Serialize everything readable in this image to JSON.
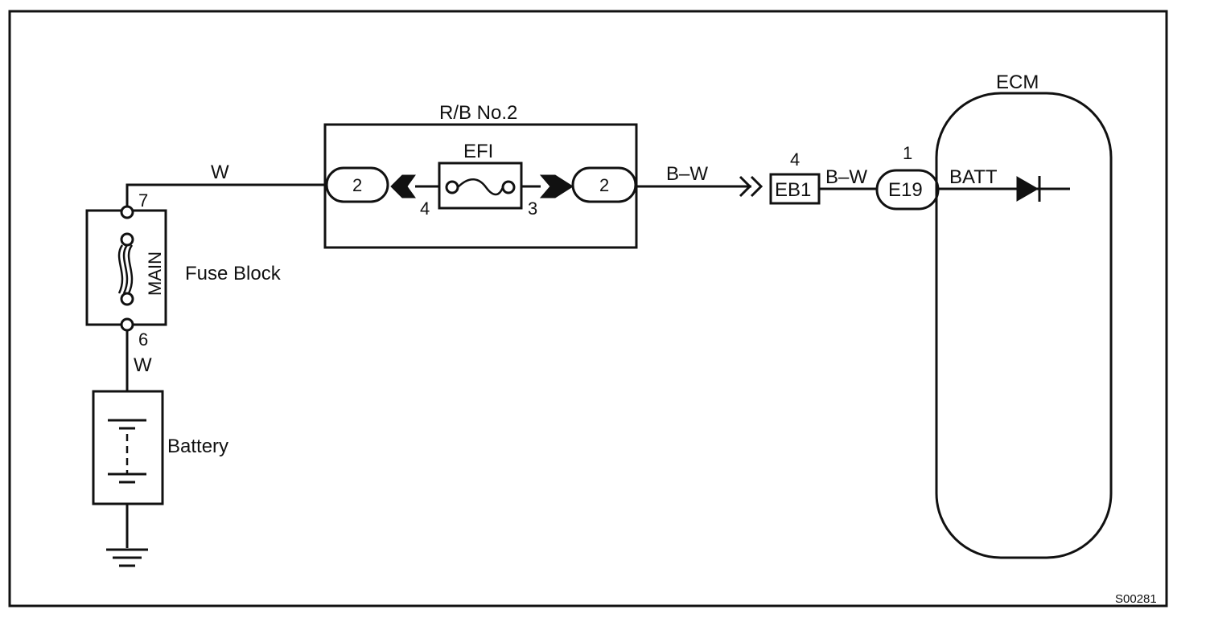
{
  "rb_no2": {
    "title": "R/B No.2",
    "fuse_label": "EFI",
    "left_connector": "2",
    "right_connector": "2",
    "pin_left": "4",
    "pin_right": "3"
  },
  "fuse_block": {
    "label": "Fuse Block",
    "fuse_label": "MAIN",
    "pin_top": "7",
    "pin_bottom": "6"
  },
  "battery": {
    "label": "Battery"
  },
  "ecm": {
    "title": "ECM",
    "terminal": "BATT",
    "connector": "E19",
    "pin": "1"
  },
  "junction": {
    "connector": "EB1",
    "pin": "4"
  },
  "wires": {
    "main_to_rb": "W",
    "fuse_to_battery": "W",
    "rb_to_eb1": "B–W",
    "eb1_to_ecm": "B–W"
  },
  "figure_code": "S00281"
}
